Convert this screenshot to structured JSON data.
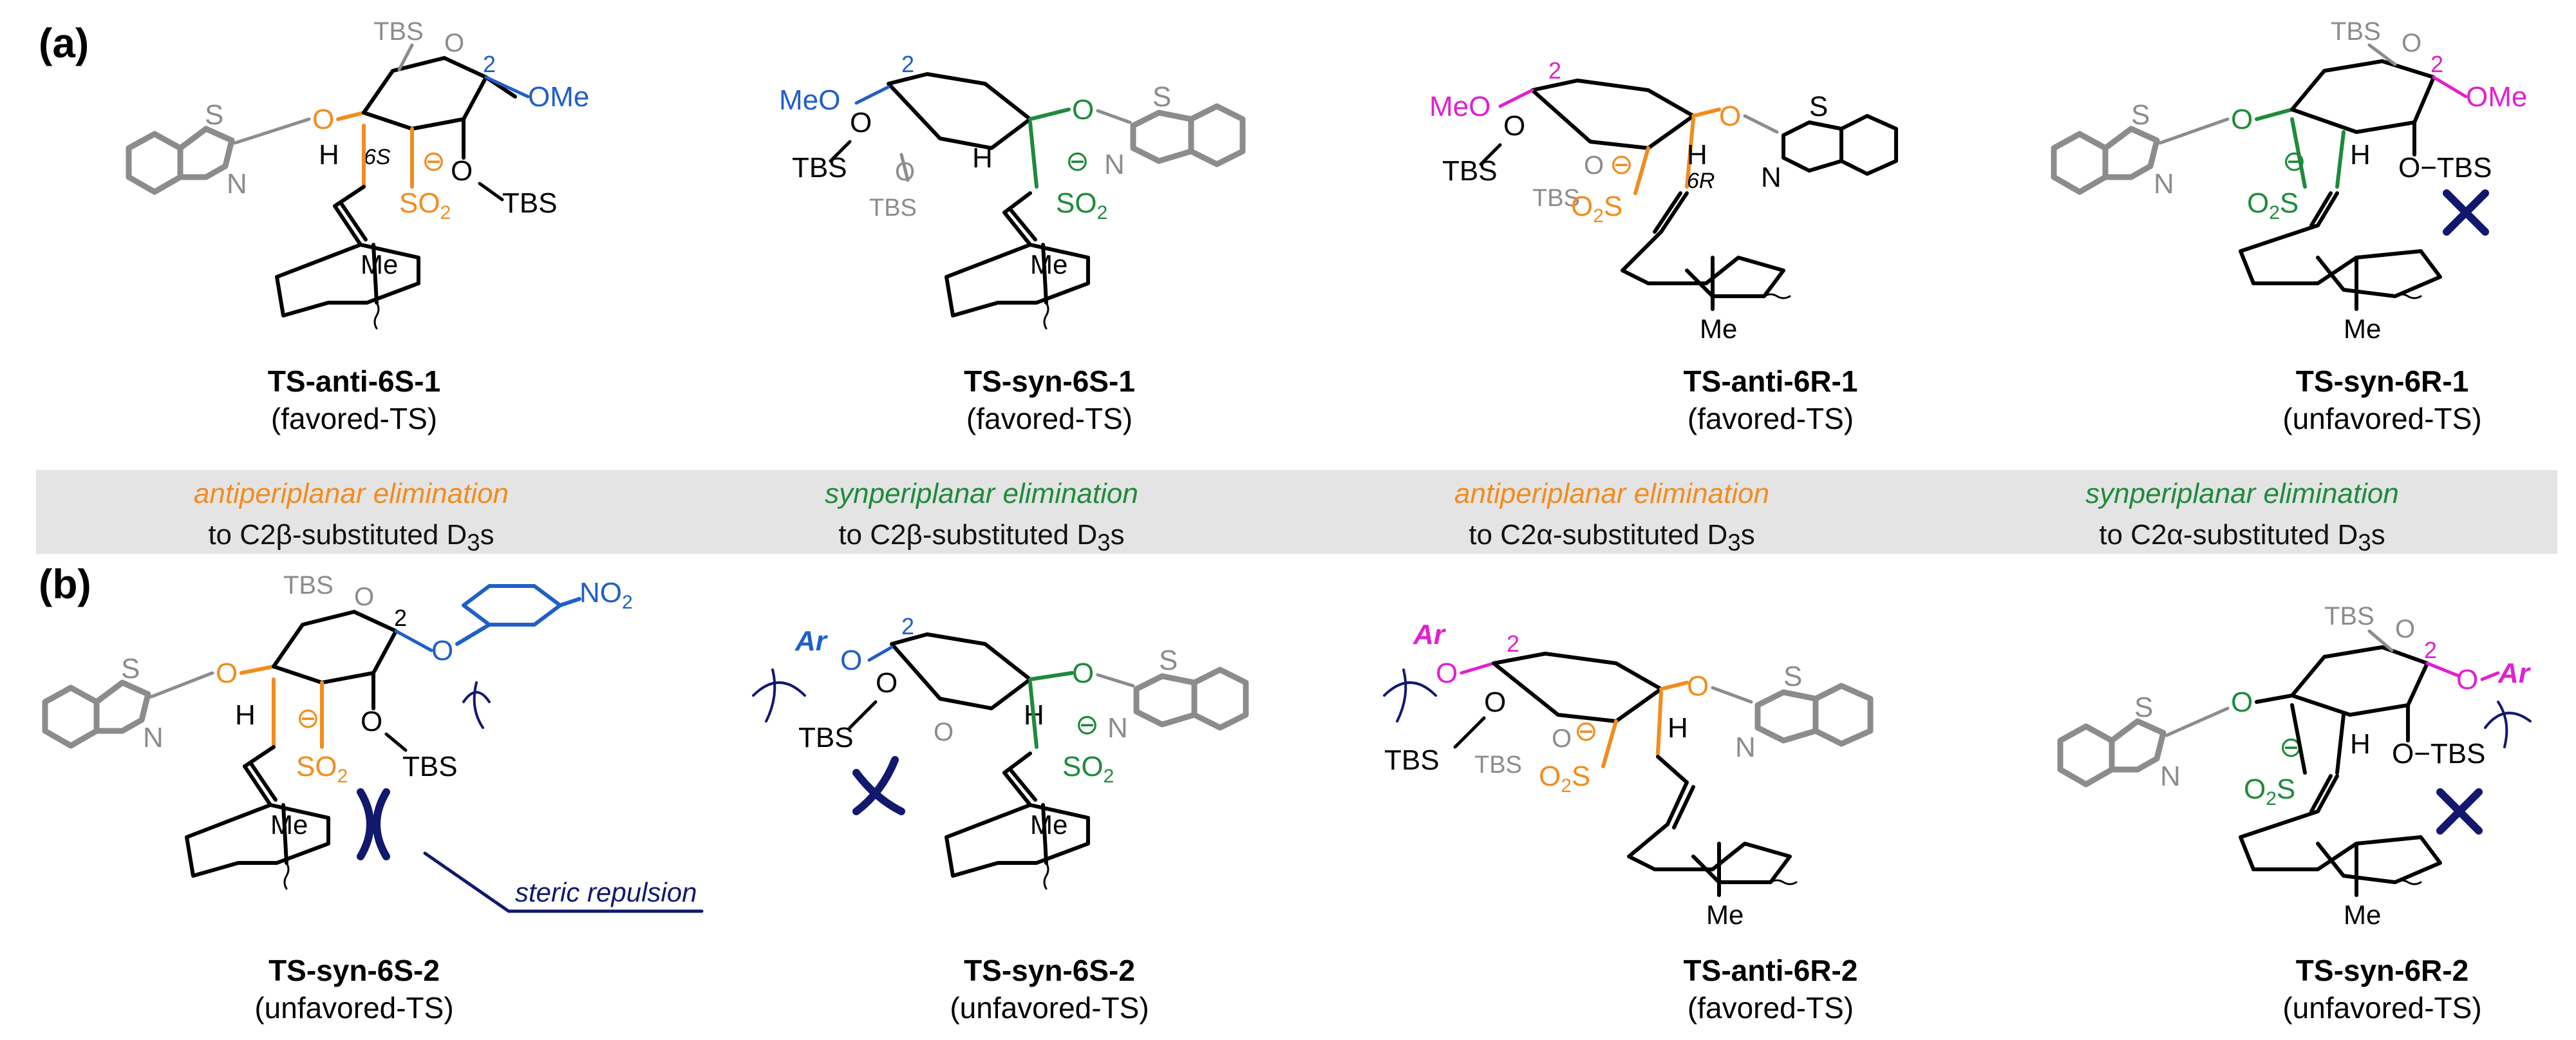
{
  "colors": {
    "black": "#000000",
    "grey": "#8c8c8c",
    "orange": "#f28c1e",
    "green": "#1f8a3c",
    "blue": "#1f5fc8",
    "magenta": "#e020d0",
    "navy": "#12186e",
    "band": "#e4e4e4"
  },
  "panels": {
    "a": {
      "label": "(a)"
    },
    "b": {
      "label": "(b)"
    }
  },
  "modes": [
    {
      "mode": "antiperiplanar elimination",
      "target_prefix": "to C2",
      "target_greek": "β",
      "target_suffix": "-substituted D",
      "target_sub": "3",
      "target_end": "s",
      "color": "#f28c1e"
    },
    {
      "mode": "synperiplanar elimination",
      "target_prefix": "to C2",
      "target_greek": "β",
      "target_suffix": "-substituted D",
      "target_sub": "3",
      "target_end": "s",
      "color": "#1f8a3c"
    },
    {
      "mode": "antiperiplanar elimination",
      "target_prefix": "to C2",
      "target_greek": "α",
      "target_suffix": "-substituted D",
      "target_sub": "3",
      "target_end": "s",
      "color": "#f28c1e"
    },
    {
      "mode": "synperiplanar elimination",
      "target_prefix": "to C2",
      "target_greek": "α",
      "target_suffix": "-substituted D",
      "target_sub": "3",
      "target_end": "s",
      "color": "#1f8a3c"
    }
  ],
  "row_a": [
    {
      "name": "TS-anti-6S-1",
      "kind": "(favored-TS)"
    },
    {
      "name": "TS-syn-6S-1",
      "kind": "(favored-TS)"
    },
    {
      "name": "TS-anti-6R-1",
      "kind": "(favored-TS)"
    },
    {
      "name": "TS-syn-6R-1",
      "kind": "(unfavored-TS)"
    }
  ],
  "row_b": [
    {
      "name": "TS-syn-6S-2",
      "kind": "(unfavored-TS)"
    },
    {
      "name": "TS-syn-6S-2",
      "kind": "(unfavored-TS)"
    },
    {
      "name": "TS-anti-6R-2",
      "kind": "(favored-TS)"
    },
    {
      "name": "TS-syn-6R-2",
      "kind": "(unfavored-TS)"
    }
  ],
  "atoms": {
    "tbs": "TBS",
    "ome": "OMe",
    "meo": "MeO",
    "me": "Me",
    "o": "O",
    "s": "S",
    "n": "N",
    "h": "H",
    "c2": "2",
    "so2": "SO",
    "so2_sub": "2",
    "o2s": "O",
    "o2s_sub": "2",
    "o2s_s": "S",
    "ar": "Ar",
    "no2": "NO",
    "no2_sub": "2",
    "o_tbs": "O−TBS",
    "minus": "⊖",
    "six_s": "6S",
    "six_r": "6R"
  },
  "annotations": {
    "steric": "steric repulsion"
  }
}
